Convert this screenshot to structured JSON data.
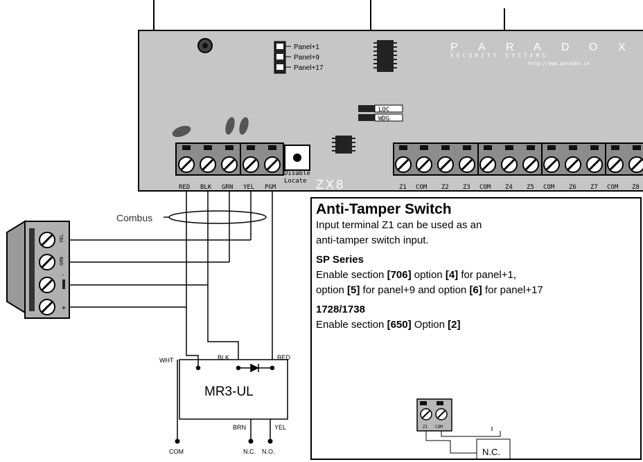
{
  "board": {
    "logo_letters": [
      "P",
      "A",
      "R",
      "A",
      "D",
      "O",
      "X"
    ],
    "logo_sub": "SECURITY SYSTEMS",
    "logo_url": "http://www.paradox.ca",
    "model": "ZX8",
    "jumpers": [
      "Panel+1",
      "Panel+9",
      "Panel+17"
    ],
    "loc_label": "LOC",
    "wdg_label": "WDG",
    "button_label_1": "Disable",
    "button_label_2": "Locate",
    "left_terminals": [
      "RED",
      "BLK",
      "GRN",
      "YEL",
      "PGM"
    ],
    "right_terminals": [
      "Z1",
      "COM",
      "Z2",
      "Z3",
      "COM",
      "Z4",
      "Z5",
      "COM",
      "Z6",
      "Z7",
      "COM",
      "Z8"
    ]
  },
  "combus_label": "Combus",
  "left_block_labels": [
    "YEL",
    "GRN",
    "-",
    "+"
  ],
  "relay": {
    "name": "MR3-UL",
    "wht": "WHT",
    "blk": "BLK",
    "red": "RED",
    "brn": "BRN",
    "yel": "YEL",
    "com": "COM",
    "nc": "N.C.",
    "no": "N.O."
  },
  "info": {
    "title": "Anti-Tamper Switch",
    "intro_1": "Input terminal Z1 can be used as an",
    "intro_2": "anti-tamper switch input.",
    "sp_heading": "SP Series",
    "sp_1a": "Enable section ",
    "sp_1b": "[706]",
    "sp_1c": " option ",
    "sp_1d": "[4]",
    "sp_1e": " for panel+1,",
    "sp_2a": "option ",
    "sp_2b": "[5]",
    "sp_2c": " for panel+9 and option ",
    "sp_2d": "[6]",
    "sp_2e": " for panel+17",
    "h1728": "1728/1738",
    "p1728a": "Enable section ",
    "p1728b": "[650]",
    "p1728c": " Option ",
    "p1728d": "[2]",
    "mini_z1": "Z1",
    "mini_com": "COM",
    "mini_nc": "N.C."
  }
}
